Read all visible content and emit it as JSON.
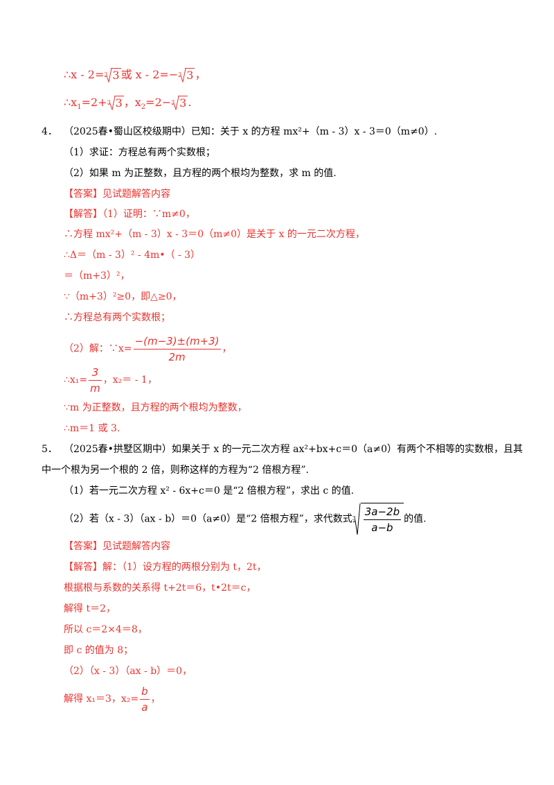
{
  "top": {
    "l1_pre": "∴x - 2=",
    "l1_r1": "3",
    "l1_mid": "或 x - 2=−",
    "l1_r2": "3",
    "l1_end": "，",
    "l2_pre": "∴x",
    "l2_s1": "1",
    "l2_a": "=2+",
    "l2_r1": "3",
    "l2_b": "，x",
    "l2_s2": "2",
    "l2_c": "=2−",
    "l2_r2": "3",
    "l2_end": "."
  },
  "q4": {
    "num": "4．",
    "text": "（2025春•蜀山区校级期中）已知：关于 x 的方程 mx²+（m - 3）x - 3＝0（m≠0）.",
    "p1": "（1）求证：方程总有两个实数根；",
    "p2": "（2）如果 m 为正整数，且方程的两个根均为整数，求 m 的值.",
    "answer": "【答案】见试题解答内容",
    "sol1": "【解答】（1）证明：∵m≠0，",
    "sol2": "∴方程 mx²+（m - 3）x - 3＝0（m≠0）是关于 x 的一元二次方程，",
    "sol3": "∴Δ＝（m - 3）² - 4m•（ - 3）",
    "sol4": "＝（m+3）²，",
    "sol5": "∵（m+3）²≥0，即△≥0，",
    "sol6": "∴方程总有两个实数根；",
    "sol7_pre": "（2）解：∵x=",
    "sol7_num": "−(m−3)±(m+3)",
    "sol7_den": "2m",
    "sol7_end": "，",
    "sol8_pre": "∴x₁=",
    "sol8_num": "3",
    "sol8_den": "m",
    "sol8_end": "，x₂＝ - 1，",
    "sol9": "∵m 为正整数，且方程的两个根均为整数，",
    "sol10": "∴m＝1 或 3."
  },
  "q5": {
    "num": "5．",
    "text1": "（2025春•拱墅区期中）如果关于 x 的一元二次方程 ax²+bx+c＝0（a≠0）有两个不相等的实数根，且其",
    "text2": "中一个根为另一个根的 2 倍，则称这样的方程为“2 倍根方程”.",
    "p1": "（1）若一元二次方程 x² - 6x+c＝0 是“2 倍根方程”，求出 c 的值.",
    "p2_pre": "（2）若（x - 3）（ax - b）＝0（a≠0）是“2 倍根方程”，求代数式",
    "p2_num": "3a−2b",
    "p2_den": "a−b",
    "p2_end": "的值.",
    "answer": "【答案】见试题解答内容",
    "sol1": "【解答】解：（1）设方程的两根分别为 t，2t，",
    "sol2": "根据根与系数的关系得 t+2t＝6，t•2t＝c，",
    "sol3": "解得 t＝2，",
    "sol4": "所以 c＝2×4＝8，",
    "sol5": "即 c 的值为 8；",
    "sol6": "（2）（x - 3）（ax - b）＝0，",
    "sol7_pre": "解得 x₁＝3，x₂=",
    "sol7_num": "b",
    "sol7_den": "a",
    "sol7_end": "，"
  }
}
